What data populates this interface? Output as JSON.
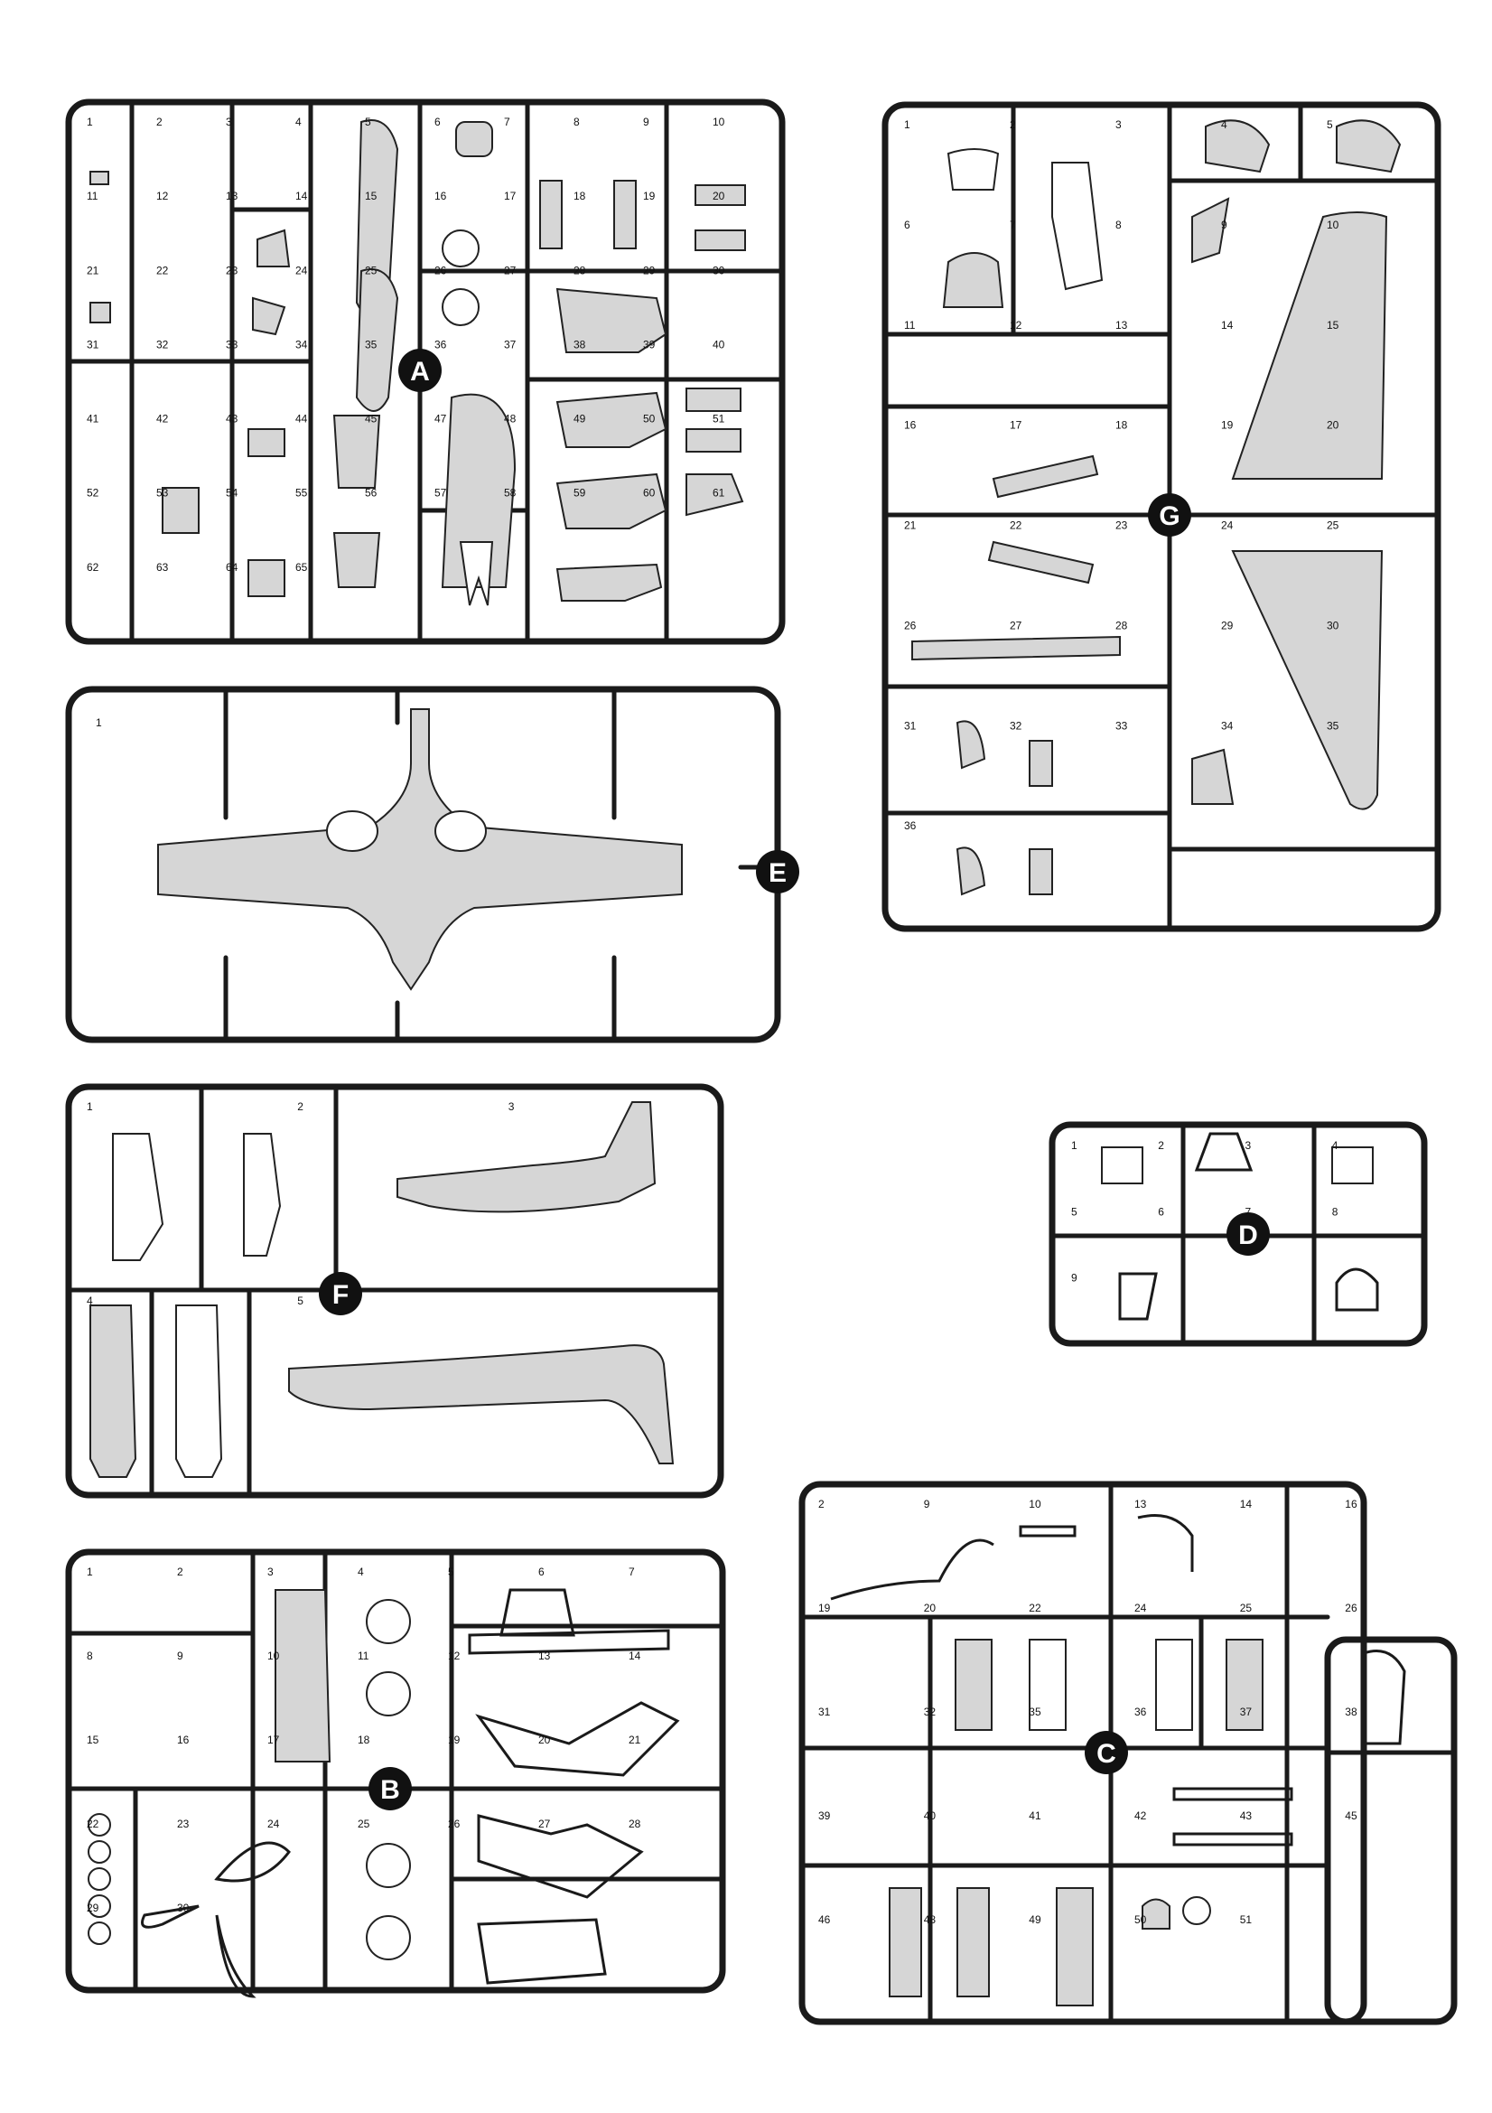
{
  "sprues": {
    "a": {
      "letter": "A",
      "numbers": [
        "1",
        "2",
        "3",
        "4",
        "5",
        "6",
        "7",
        "8",
        "9",
        "10",
        "11",
        "12",
        "13",
        "14",
        "15",
        "16",
        "17",
        "18",
        "19",
        "20",
        "21",
        "22",
        "23",
        "24",
        "25",
        "26",
        "27",
        "28",
        "29",
        "30",
        "31",
        "32",
        "33",
        "34",
        "35",
        "36",
        "37",
        "38",
        "39",
        "40",
        "41",
        "42",
        "43",
        "44",
        "45",
        "47",
        "48",
        "49",
        "50",
        "51",
        "52",
        "53",
        "54",
        "55",
        "56",
        "57",
        "58",
        "59",
        "60",
        "61",
        "62",
        "63",
        "64",
        "65"
      ]
    },
    "e": {
      "letter": "E",
      "numbers": [
        "1"
      ]
    },
    "f": {
      "letter": "F",
      "numbers": [
        "1",
        "2",
        "3",
        "4",
        "5"
      ]
    },
    "b": {
      "letter": "B",
      "numbers": [
        "1",
        "2",
        "3",
        "4",
        "5",
        "6",
        "7",
        "8",
        "9",
        "10",
        "11",
        "12",
        "13",
        "14",
        "15",
        "16",
        "17",
        "18",
        "19",
        "20",
        "21",
        "22",
        "23",
        "24",
        "25",
        "26",
        "27",
        "28",
        "29",
        "30"
      ]
    },
    "g": {
      "letter": "G",
      "numbers": [
        "1",
        "2",
        "3",
        "4",
        "5",
        "6",
        "7",
        "8",
        "9",
        "10",
        "11",
        "12",
        "13",
        "14",
        "15",
        "16",
        "17",
        "18",
        "19",
        "20",
        "21",
        "22",
        "23",
        "24",
        "25",
        "26",
        "27",
        "28",
        "29",
        "30",
        "31",
        "32",
        "33",
        "34",
        "35",
        "36"
      ]
    },
    "d": {
      "letter": "D",
      "numbers": [
        "1",
        "2",
        "3",
        "4",
        "5",
        "6",
        "7",
        "8",
        "9"
      ]
    },
    "c": {
      "letter": "C",
      "numbers": [
        "2",
        "9",
        "10",
        "13",
        "14",
        "16",
        "19",
        "20",
        "22",
        "24",
        "25",
        "26",
        "31",
        "32",
        "35",
        "36",
        "37",
        "38",
        "39",
        "40",
        "41",
        "42",
        "43",
        "45",
        "46",
        "48",
        "49",
        "50",
        "51"
      ]
    }
  }
}
